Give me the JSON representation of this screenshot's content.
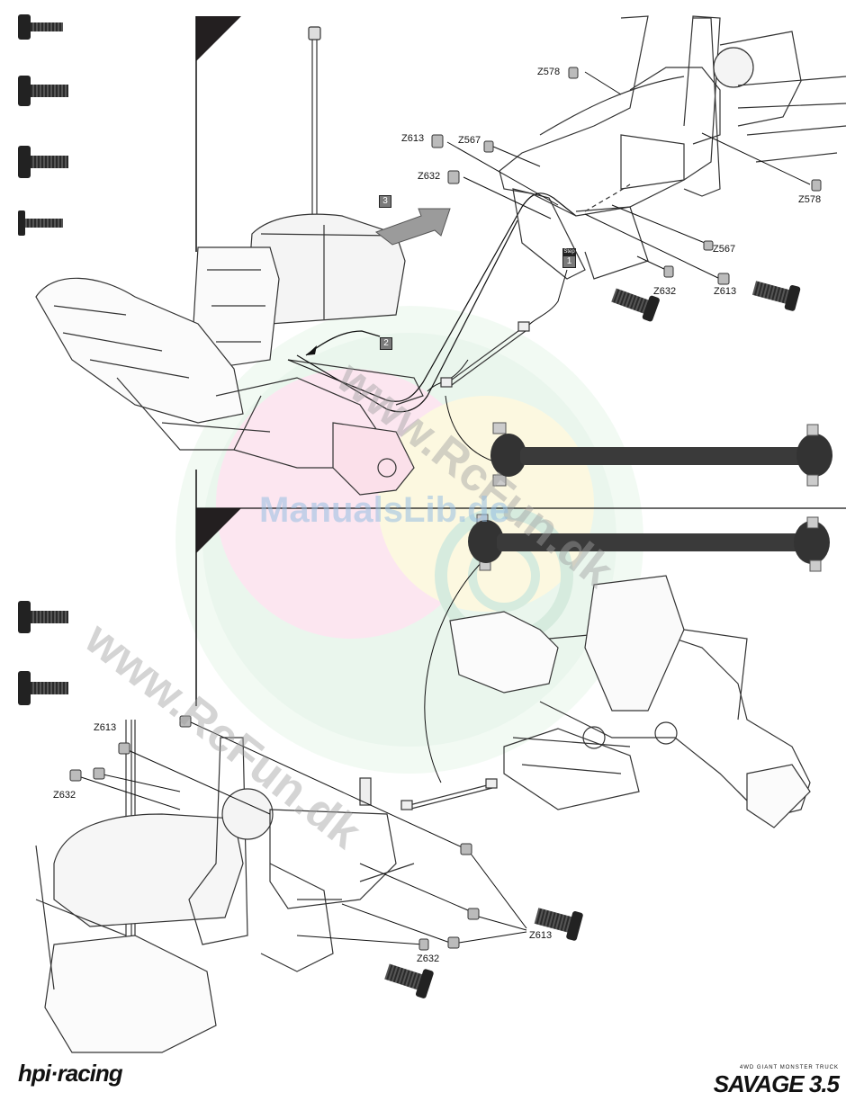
{
  "steps": {
    "step_tag": "Step",
    "step1": "1",
    "step2": "2",
    "step3": "3"
  },
  "labels": {
    "z578_top": "Z578",
    "z578_right": "Z578",
    "z613_a": "Z613",
    "z567_a": "Z567",
    "z632_a": "Z632",
    "z567_b": "Z567",
    "z632_b": "Z632",
    "z613_b": "Z613",
    "z613_c": "Z613",
    "z632_c": "Z632",
    "z613_d": "Z613",
    "z632_d": "Z632"
  },
  "watermarks": {
    "top": "www.RcFun.dk",
    "bottom": "www.RcFun.dk",
    "center": "ManualsLib.de"
  },
  "footer": {
    "brand": "hpi·racing",
    "product_sub": "4WD GIANT MONSTER TRUCK",
    "product": "SAVAGE 3.5"
  }
}
